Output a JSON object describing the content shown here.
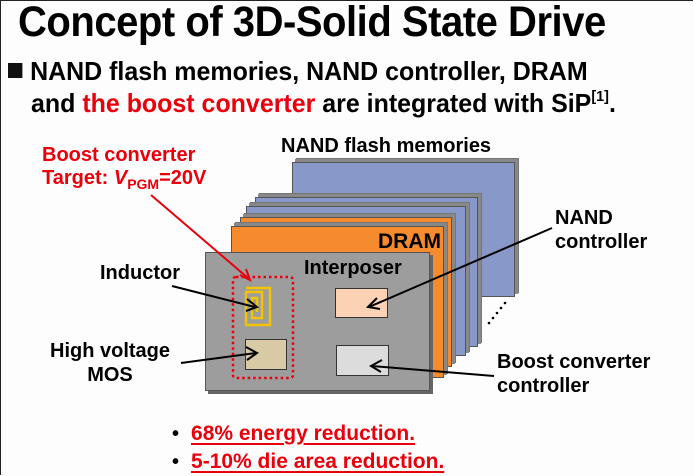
{
  "title": "Concept of 3D-Solid State Drive",
  "bullet": {
    "line1": "NAND flash memories, NAND controller, DRAM",
    "line2_prefix": "and ",
    "line2_highlight": "the boost converter",
    "line2_suffix": " are integrated with SiP",
    "citation": "[1]",
    "end": "."
  },
  "diagram": {
    "boost_label_line1": "Boost converter",
    "boost_label_line2_prefix": "Target: ",
    "boost_label_v": "V",
    "boost_label_sub": "PGM",
    "boost_label_value": "=20V",
    "nand_flash_label": "NAND flash memories",
    "nand_controller_line1": "NAND",
    "nand_controller_line2": "controller",
    "dram_label": "DRAM",
    "interposer_label": "Interposer",
    "inductor_label": "Inductor",
    "hv_mos_line1": "High voltage",
    "hv_mos_line2": "MOS",
    "boost_ctrl_line1": "Boost converter",
    "boost_ctrl_line2": "controller"
  },
  "results": [
    "68% energy reduction.",
    "5-10% die area reduction."
  ],
  "colors": {
    "accent_red": "#e8000b",
    "nand_blue": "#8898c8",
    "dram_orange": "#f68a2e",
    "interposer_gray": "#9d9d9d",
    "inductor_gold": "#f5c400",
    "nand_ctrl_chip": "#fcd2b4",
    "hv_mos_chip": "#d9caa6",
    "boost_ctrl_chip": "#dcdcdc"
  }
}
